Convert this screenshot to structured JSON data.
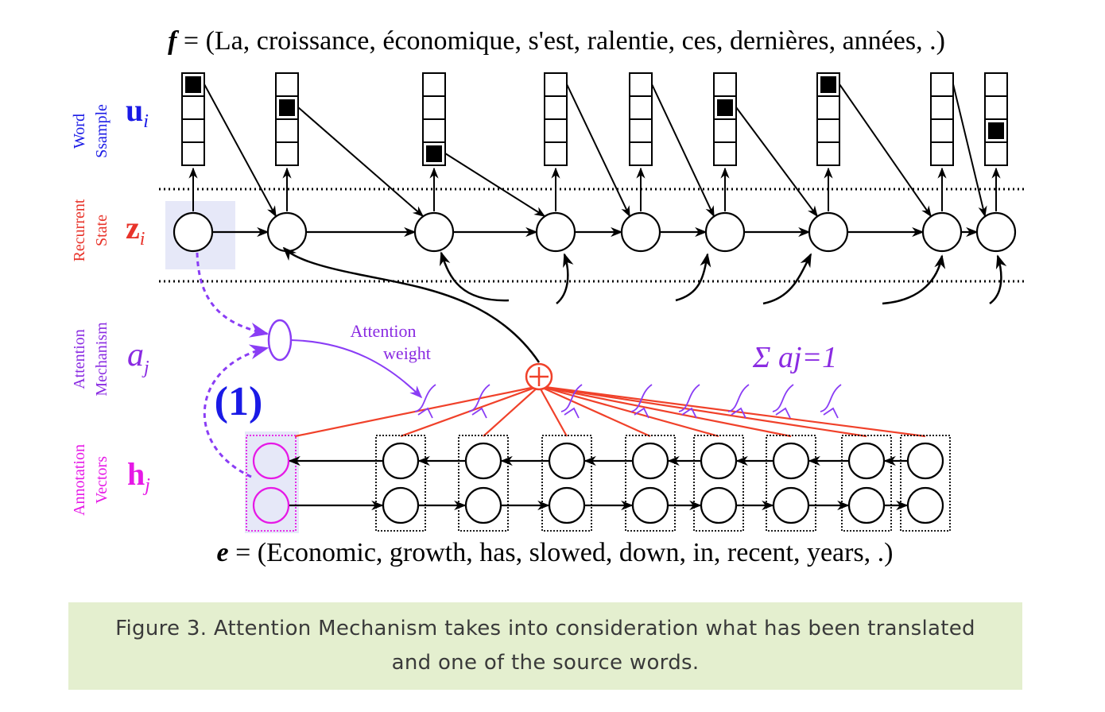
{
  "diagram": {
    "target_sentence_label": "f",
    "target_sentence_text": "= (La, croissance, économique, s'est, ralentie, ces, dernières, années, .)",
    "source_sentence_label": "e",
    "source_sentence_text": "= (Economic, growth, has, slowed, down, in, recent, years, .)",
    "rows": [
      {
        "caption_line1": "Word",
        "caption_line2": "Ssample",
        "symbol": "u",
        "subscript": "i",
        "color": "#1a1ae6"
      },
      {
        "caption_line1": "Recurrent",
        "caption_line2": "State",
        "symbol": "z",
        "subscript": "i",
        "color": "#e8332a"
      },
      {
        "caption_line1": "Attention",
        "caption_line2": "Mechanism",
        "symbol": "a",
        "subscript": "j",
        "color": "#8a2be2"
      },
      {
        "caption_line1": "Annotation",
        "caption_line2": "Vectors",
        "symbol": "h",
        "subscript": "j",
        "color": "#e619e6"
      }
    ],
    "attention_weight_label_line1": "Attention",
    "attention_weight_label_line2": "weight",
    "sum_constraint": "Σ aj=1",
    "step_marker": "(1)",
    "sum_node_symbol": "⊕",
    "colors": {
      "attention": "#8a3df5",
      "sum_lines": "#f0412a",
      "highlight": "#e6e8f8",
      "black": "#000000"
    }
  },
  "caption": {
    "line1": "Figure 3. Attention Mechanism takes into consideration what has been translated",
    "line2": "and one of the source words."
  }
}
